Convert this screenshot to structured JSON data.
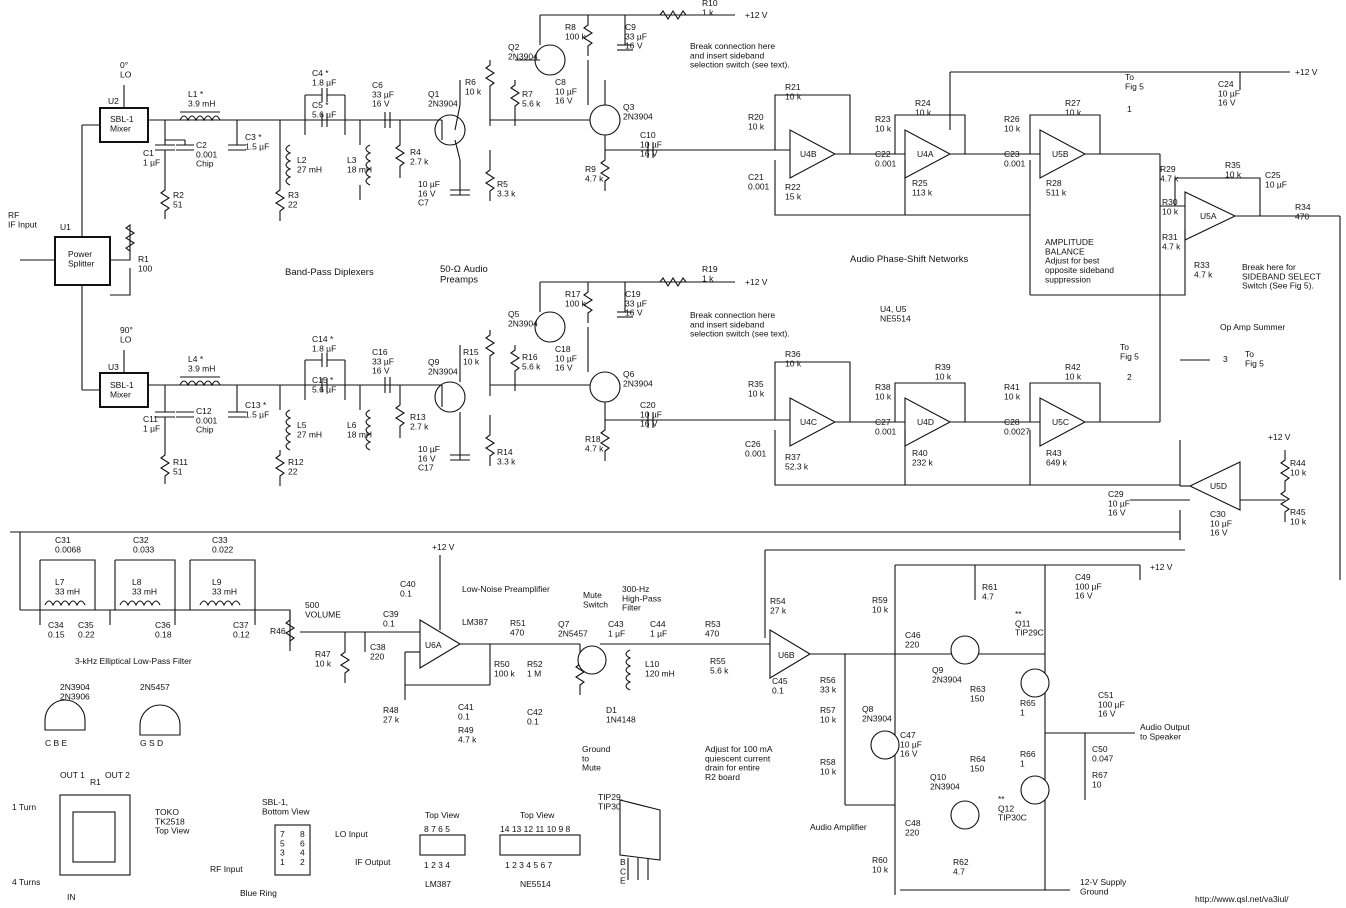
{
  "supplies": {
    "p12": "+12 V",
    "supply_ground": "12-V Supply\nGround"
  },
  "inputs": {
    "rf_if": "RF\nIF Input",
    "lo0": "0°\nLO",
    "lo90": "90°\nLO"
  },
  "blocks": {
    "u1": "U1",
    "splitter": "Power\nSplitter",
    "u2": "U2",
    "u3": "U3",
    "mixer": "SBL-1\nMixer"
  },
  "upper": {
    "r1": "R1\n100",
    "c1": "C1\n1 µF",
    "c2": "C2\n0.001\nChip",
    "r2": "R2\n51",
    "l1": "L1 *\n3.9 mH",
    "c3": "C3 *\n1.5 µF",
    "l2": "L2\n27 mH",
    "r3": "R3\n22",
    "c4": "C4 *\n1.8 µF",
    "c5": "C5 *\n5.6 µF",
    "l3": "L3\n18 mH",
    "c6": "C6\n33 µF\n16 V",
    "r4": "R4\n2.7 k",
    "q1": "Q1\n2N3904",
    "r6": "R6\n10 k",
    "r7": "R7\n5.6 k",
    "q2": "Q2\n2N3904",
    "r8": "R8\n100 k",
    "c8": "C8\n10 µF\n16 V",
    "c7": "10 µF\n16 V\nC7",
    "r5": "R5\n3.3 k",
    "c9": "C9\n33 µF\n16 V",
    "r10": "R10\n1 k",
    "q3": "Q3\n2N3904",
    "r9": "R9\n4.7 k",
    "c10": "C10\n10 µF\n16 V",
    "break_note": "Break connection here\nand insert sideband\nselection switch (see text)."
  },
  "lower": {
    "c11": "C11\n1 µF",
    "c12": "C12\n0.001\nChip",
    "r11": "R11\n51",
    "l4": "L4 *\n3.9 mH",
    "c13": "C13 *\n1.5 µF",
    "l5": "L5\n27 mH",
    "r12": "R12\n22",
    "c14": "C14 *\n1.8 µF",
    "c15": "C15 *\n5.6 µF",
    "l6": "L6\n18 mH",
    "c16": "C16\n33 µF\n16 V",
    "r13": "R13\n2.7 k",
    "q9": "Q9\n2N3904",
    "r15": "R15\n10 k",
    "r16": "R16\n5.6 k",
    "q5": "Q5\n2N3904",
    "r17": "R17\n100 k",
    "c18": "C18\n10 µF\n16 V",
    "c17": "10 µF\n16 V\nC17",
    "r14": "R14\n3.3 k",
    "c19": "C19\n33 µF\n16 V",
    "r19": "R19\n1 k",
    "q6": "Q6\n2N3904",
    "r18": "R18\n4.7 k",
    "c20": "C20\n10 µF\n16 V",
    "break_note": "Break connection here\nand insert sideband\nselection switch (see text)."
  },
  "section_titles": {
    "diplexers": "Band-Pass Diplexers",
    "preamps": "50-Ω Audio\nPreamps",
    "phase_shift": "Audio Phase-Shift Networks",
    "u4u5": "U4, U5\nNE5514",
    "summer": "Op Amp Summer",
    "lpf": "3-kHz Elliptical Low-Pass Filter",
    "lnp": "Low-Noise Preamplifier",
    "mute": "Mute\nSwitch",
    "hpf": "300-Hz\nHigh-Pass\nFilter",
    "audio_amp": "Audio Amplifier",
    "ground_to_mute": "Ground\nto\nMute"
  },
  "phase_upper": {
    "r20": "R20\n10 k",
    "r21": "R21\n10 k",
    "c21": "C21\n0.001",
    "r22": "R22\n15 k",
    "u4b": "U4B",
    "r23": "R23\n10 k",
    "r24": "R24\n10 k",
    "c22": "C22\n0.001",
    "r25": "R25\n113 k",
    "u4a": "U4A",
    "r26": "R26\n10 k",
    "r27": "R27\n10 k",
    "c23": "C23\n0.001",
    "r28": "R28\n511 k",
    "u5b": "U5B",
    "c24": "C24\n10 µF\n16 V",
    "to_fig5_1": "To\nFig 5",
    "marker1": "1"
  },
  "phase_lower": {
    "r35": "R35\n10 k",
    "r36": "R36\n10 k",
    "c26": "C26\n0.001",
    "r37": "R37\n52.3 k",
    "u4c": "U4C",
    "r38": "R38\n10 k",
    "r39": "R39\n10 k",
    "c27": "C27\n0.001",
    "r40": "R40\n232 k",
    "u4d": "U4D",
    "r41": "R41\n10 k",
    "r42": "R42\n10 k",
    "c28": "C28\n0.0027",
    "r43": "R43\n649 k",
    "u5c": "U5C",
    "to_fig5_2": "To\nFig 5",
    "marker2": "2"
  },
  "summer": {
    "r29": "R29\n4.7 k",
    "r30": "R30\n10 k",
    "r31": "R31\n4.7 k",
    "r33": "R33\n4.7 k",
    "r35b": "R35\n10 k",
    "u5a": "U5A",
    "c25": "C25\n10 µF",
    "r34": "R34\n470",
    "amplitude_note": "AMPLITUDE\nBALANCE\nAdjust for best\nopposite sideband\nsuppression",
    "break_note": "Break here for\nSIDEBAND SELECT\nSwitch (See Fig 5).",
    "marker3": "3",
    "to_fig5_3": "To\nFig 5",
    "u5d": "U5D",
    "r44": "R44\n10 k",
    "r45": "R45\n10 k",
    "c29": "C29\n10 µF\n16 V",
    "c30": "C30\n10 µF\n16 V"
  },
  "lpf": {
    "c31": "C31\n0.0068",
    "c32": "C32\n0.033",
    "c33": "C33\n0.022",
    "l7": "L7\n33 mH",
    "l8": "L8\n33 mH",
    "l9": "L9\n33 mH",
    "c34": "C34\n0.15",
    "c35": "C35\n0.22",
    "c36": "C36\n0.18",
    "c37": "C37\n0.12"
  },
  "preamp": {
    "r46": "R46",
    "volume": "500\nVOLUME",
    "r47": "R47\n10 k",
    "c38": "C38\n220",
    "c39": "C39\n0.1",
    "c40": "C40\n0.1",
    "u6a": "U6A",
    "lm387": "LM387",
    "r48": "R48\n27 k",
    "c41": "C41\n0.1",
    "r49": "R49\n4.7 k",
    "r50": "R50\n100 k",
    "r51": "R51\n470",
    "r52": "R52\n1 M",
    "c42": "C42\n0.1",
    "q7": "Q7\n2N5457",
    "d1": "D1\n1N4148",
    "c43": "C43\n1 µF",
    "c44": "C44\n1 µF",
    "l10": "L10\n120 mH",
    "r53": "R53\n470"
  },
  "amp": {
    "r54": "R54\n27 k",
    "r55": "R55\n5.6 k",
    "c45": "C45\n0.1",
    "u6b": "U6B",
    "r56": "R56\n33 k",
    "r57": "R57\n10 k",
    "r58": "R58\n10 k",
    "q8": "Q8\n2N3904",
    "c47": "C47\n10 µF\n16 V",
    "bias_note": "Adjust for 100 mA\nquiescent current\ndrain for entire\nR2 board",
    "r59": "R59\n10 k",
    "r60": "R60\n10 k",
    "c46": "C46\n220",
    "c48": "C48\n220",
    "q9": "Q9\n2N3904",
    "q10": "Q10\n2N3904",
    "r61": "R61\n4.7",
    "r62": "R62\n4.7",
    "r63": "R63\n150",
    "r64": "R64\n150",
    "r65": "R65\n1",
    "r66": "R66\n1",
    "q11": "**\nQ11\nTIP29C",
    "q12": "**\nQ12\nTIP30C",
    "c49": "C49\n100 µF\n16 V",
    "c51": "C51\n100 µF\n16 V",
    "c50": "C50\n0.047",
    "r67": "R67\n10",
    "speaker": "Audio Output\nto Speaker"
  },
  "pinouts": {
    "transistor_a": "2N3904\n2N3906",
    "transistor_b": "2N5457",
    "pins_a": "C  B  E",
    "pins_b": "G  S  D",
    "toko_title": "TOKO\nTK2518\nTop View",
    "out1": "OUT 1",
    "out2": "OUT 2",
    "r1": "R1",
    "one_turn": "1 Turn",
    "four_turns": "4 Turns",
    "in": "IN",
    "sbl_title": "SBL-1,\nBottom View",
    "lo_input": "LO Input",
    "if_output": "IF Output",
    "rf_input": "RF Input",
    "blue_ring": "Blue Ring",
    "sbl_pins_l": "7\n5\n3\n1",
    "sbl_pins_r": "8\n6\n4\n2",
    "lm387_title": "Top View",
    "lm387_top": "8 7 6 5",
    "lm387_bot": "1 2 3 4",
    "lm387": "LM387",
    "ne5514_title": "Top View",
    "ne5514_top": "14 13 12 11 10 9 8",
    "ne5514_bot": "1 2 3 4 5 6 7",
    "ne5514": "NE5514",
    "tip_title": "TIP29,\nTIP30",
    "tip_pins": "B\nC\nE"
  },
  "url": "http://www.qsl.net/va3iul/"
}
